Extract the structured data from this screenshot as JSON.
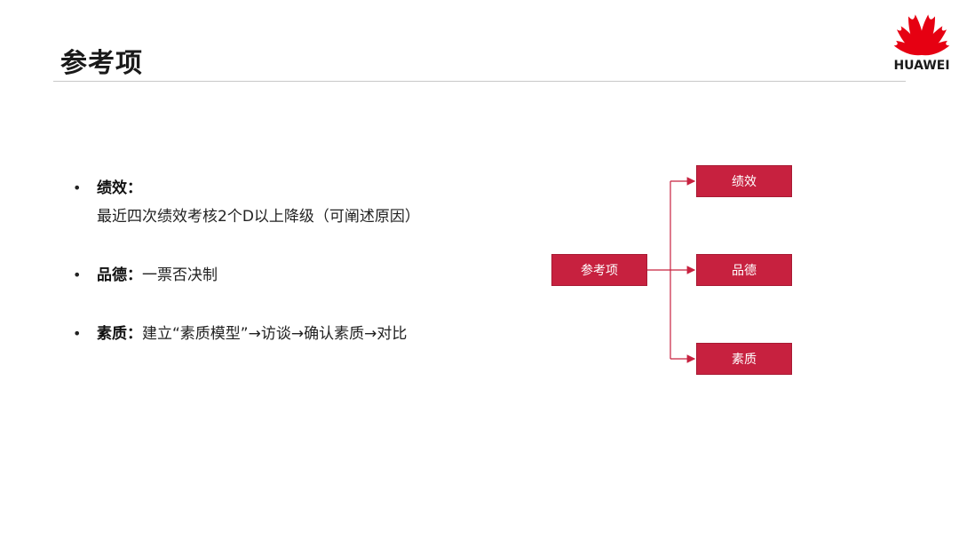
{
  "page": {
    "title": "参考项"
  },
  "logo": {
    "brand_text": "HUAWEI",
    "brand_color": "#e60012"
  },
  "bullets": [
    {
      "label": "绩效",
      "separator": "：",
      "desc": "最近四次绩效考核2个D以上降级（可阐述原因）"
    },
    {
      "label": "品德",
      "separator": "：",
      "desc": "一票否决制"
    },
    {
      "label": "素质",
      "separator": "：",
      "desc": "建立“素质模型”→访谈→确认素质→对比"
    }
  ],
  "diagram": {
    "root": "参考项",
    "children": [
      "绩效",
      "品德",
      "素质"
    ],
    "node_color": "#c7213f",
    "connector_color": "#c7213f"
  }
}
